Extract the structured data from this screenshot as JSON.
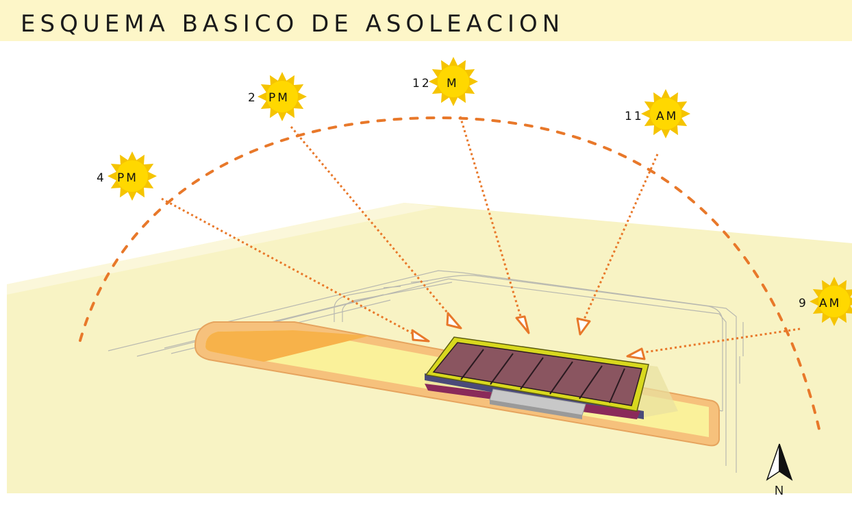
{
  "title": "ESQUEMA BASICO DE ASOLEACION",
  "colors": {
    "title_band": "#fdf6c8",
    "ground": "#f8f3c4",
    "arc": "#e8782a",
    "ray": "#e8782a",
    "sun_core": "#ffd800",
    "sun_rays": "#f5c400",
    "site_border": "#f0a860",
    "site_fill": "#faf19a",
    "orange_zone": "#f7b24a",
    "roof_frame": "#d8d81e",
    "roof_panels": "#8a5560"
  },
  "suns": [
    {
      "id": "4pm",
      "num": "4",
      "suffix": "PM"
    },
    {
      "id": "2pm",
      "num": "2",
      "suffix": "PM"
    },
    {
      "id": "12m",
      "num": "12",
      "suffix": "M"
    },
    {
      "id": "11am",
      "num": "11",
      "suffix": "AM"
    },
    {
      "id": "9am",
      "num": "9",
      "suffix": "AM"
    }
  ],
  "compass": {
    "label": "N",
    "icon": "north-arrow-icon"
  }
}
